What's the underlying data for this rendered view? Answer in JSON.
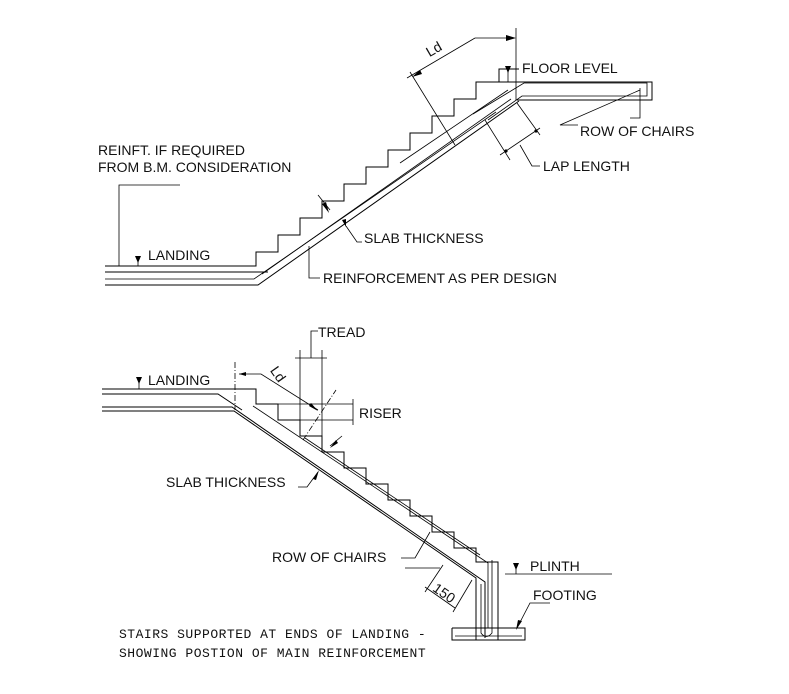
{
  "upper_section": {
    "labels": {
      "ld": "Ld",
      "floor_level": "FLOOR LEVEL",
      "row_of_chairs": "ROW OF CHAIRS",
      "reinft_line1": "REINFT. IF REQUIRED",
      "reinft_line2": "FROM B.M. CONSIDERATION",
      "lap_length": "LAP LENGTH",
      "landing": "LANDING",
      "slab_thickness": "SLAB THICKNESS",
      "reinforcement": "REINFORCEMENT AS PER DESIGN"
    }
  },
  "lower_section": {
    "labels": {
      "tread": "TREAD",
      "landing": "LANDING",
      "ld": "Ld",
      "riser": "RISER",
      "slab_thickness": "SLAB THICKNESS",
      "row_of_chairs": "ROW OF CHAIRS",
      "plinth": "PLINTH",
      "footing": "FOOTING",
      "dimension_150": "150"
    }
  },
  "caption": {
    "line1": "STAIRS SUPPORTED AT ENDS OF LANDING -",
    "line2": "SHOWING POSTION OF MAIN REINFORCEMENT"
  }
}
